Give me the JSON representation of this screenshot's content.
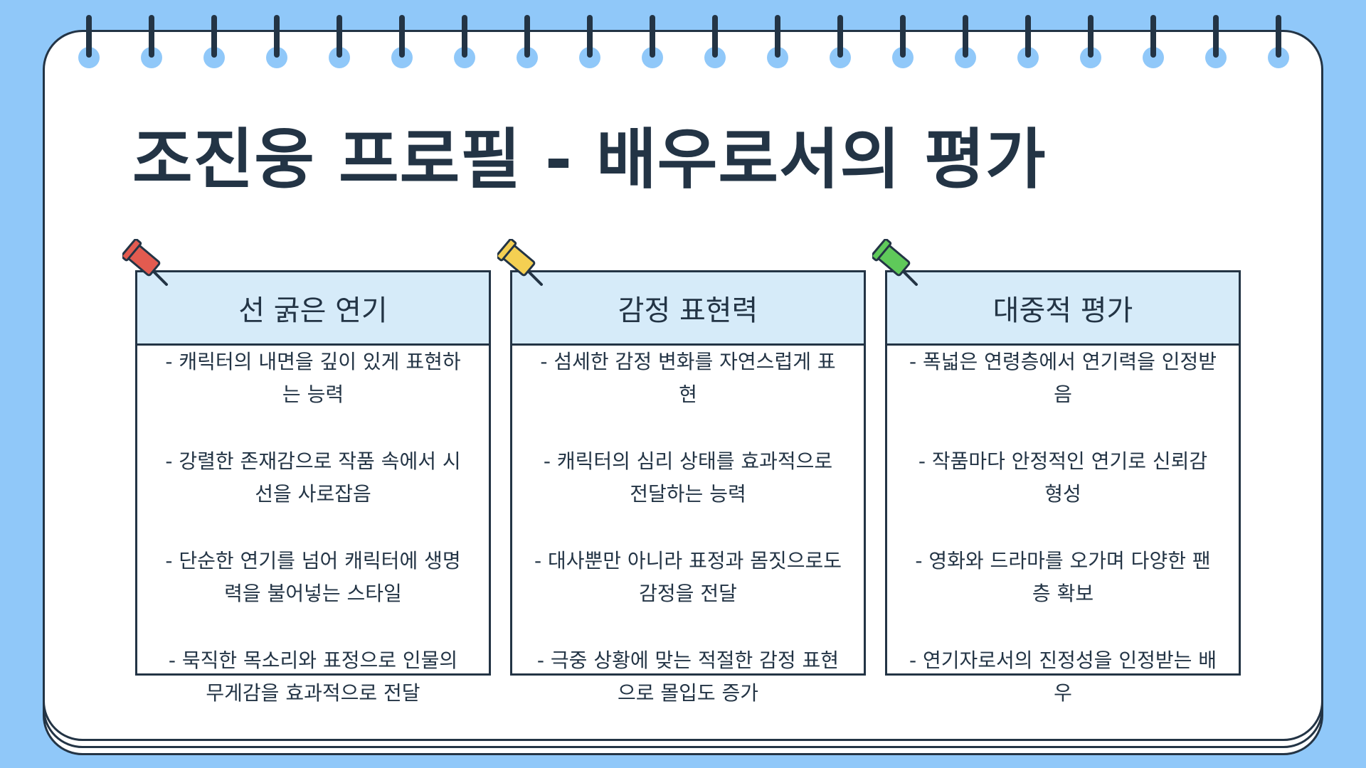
{
  "title": "조진웅 프로필 - 배우로서의 평가",
  "cards": [
    {
      "heading": "선 굵은 연기",
      "pin_color": "#e25b50",
      "items": [
        "- 캐릭터의 내면을 깊이 있게 표현하는 능력",
        "- 강렬한 존재감으로 작품 속에서 시선을 사로잡음",
        "- 단순한 연기를 넘어 캐릭터에 생명력을 불어넣는 스타일",
        "- 묵직한 목소리와 표정으로 인물의 무게감을 효과적으로 전달"
      ]
    },
    {
      "heading": "감정 표현력",
      "pin_color": "#f4cf52",
      "items": [
        "- 섬세한 감정 변화를 자연스럽게 표현",
        "- 캐릭터의 심리 상태를 효과적으로 전달하는 능력",
        "- 대사뿐만 아니라 표정과 몸짓으로도 감정을 전달",
        "- 극중 상황에 맞는 적절한 감정 표현으로 몰입도 증가"
      ]
    },
    {
      "heading": "대중적 평가",
      "pin_color": "#5fc95a",
      "items": [
        "- 폭넓은 연령층에서 연기력을 인정받음",
        "- 작품마다 안정적인 연기로 신뢰감 형성",
        "- 영화와 드라마를 오가며 다양한 팬층 확보",
        "- 연기자로서의 진정성을 인정받는 배우"
      ]
    }
  ],
  "colors": {
    "background": "#90c8f9",
    "ink": "#233445",
    "card_header": "#d6ebf9"
  }
}
